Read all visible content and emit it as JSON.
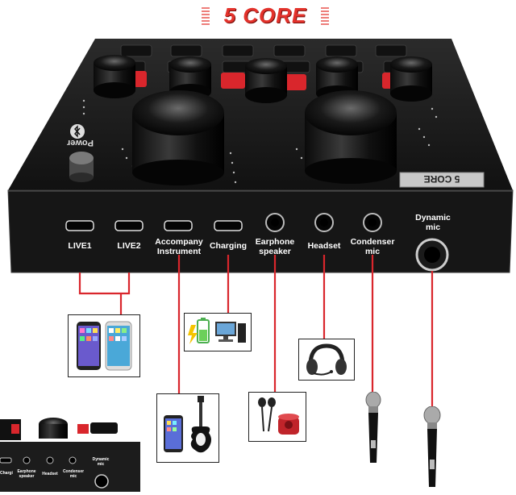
{
  "brand": {
    "logo_text": "5 CORE",
    "badge_text": "5 CORE"
  },
  "device": {
    "power_label": "Power"
  },
  "ports": [
    {
      "label": "LIVE1"
    },
    {
      "label": "LIVE2"
    },
    {
      "label": "Accompany\nInstrument"
    },
    {
      "label": "Charging"
    },
    {
      "label": "Earphone\nspeaker"
    },
    {
      "label": "Headset"
    },
    {
      "label": "Condenser\nmic"
    },
    {
      "label": "Dynamic\nmic"
    }
  ],
  "inset_ports": [
    {
      "label": "Charging"
    },
    {
      "label": "Earphone\nspeaker"
    },
    {
      "label": "Headset"
    },
    {
      "label": "Condenser\nmic"
    },
    {
      "label": "Dynamic\nmic"
    }
  ],
  "colors": {
    "accent_red": "#d9262c",
    "body_black": "#1c1c1c",
    "logo_red": "#e3322b"
  },
  "icons": [
    "bluetooth-icon",
    "smartphone-icon",
    "battery-icon",
    "computer-icon",
    "headset-icon",
    "guitar-icon",
    "earphones-icon",
    "speaker-icon",
    "microphone-icon"
  ]
}
